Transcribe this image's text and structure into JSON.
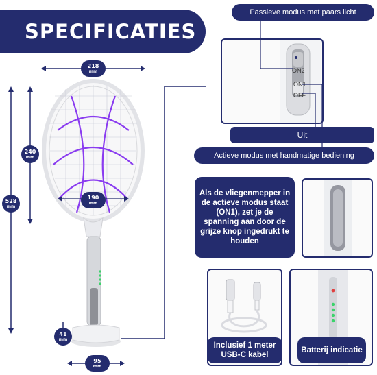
{
  "title": "SPECIFICATIES",
  "dimensions": {
    "width_head": {
      "value": "218",
      "unit": "mm"
    },
    "height_head": {
      "value": "240",
      "unit": "mm"
    },
    "total_height": {
      "value": "528",
      "unit": "mm"
    },
    "inner_width": {
      "value": "190",
      "unit": "mm"
    },
    "base_height": {
      "value": "41",
      "unit": "mm"
    },
    "base_width": {
      "value": "95",
      "unit": "mm"
    }
  },
  "switch": {
    "labels": [
      "ON2",
      "ON1",
      "OFF"
    ],
    "passive_label": "Passieve modus met paars licht",
    "off_label": "Uit",
    "active_label": "Actieve modus met handmatige bediening"
  },
  "info_text": "Als de vliegenmepper in de actieve modus staat (ON1), zet je de spanning aan door de grijze knop ingedrukt te houden",
  "captions": {
    "usb": "Inclusief 1 meter USB-C kabel",
    "battery": "Batterij indicatie"
  },
  "colors": {
    "navy": "#242c6e",
    "purple": "#8a3cf0",
    "handle": "#cfd1d6"
  }
}
